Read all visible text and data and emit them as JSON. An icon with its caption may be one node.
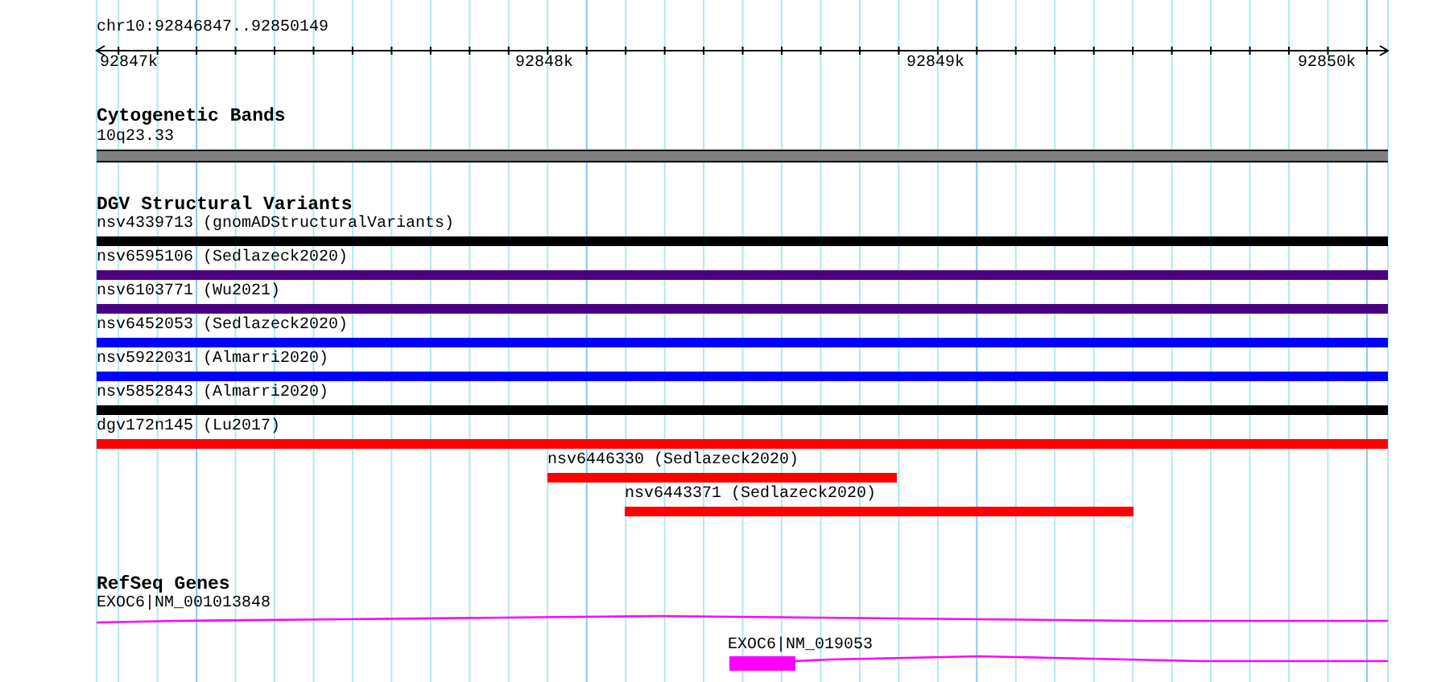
{
  "diagram": {
    "nodes": [
      {
        "text": [
          "10q23.33"
        ]
      },
      {
        "text": [
          "nsv4339713 (gnomADStructuralVariants)"
        ]
      },
      {
        "text": [
          "nsv6595106 (Sedlazeck2020)"
        ]
      },
      {
        "text": [
          "nsv6103771 (Wu2021)"
        ]
      },
      {
        "text": [
          "nsv6452053 (Sedlazeck2020)"
        ]
      },
      {
        "text": [
          "nsv5922031 (Almarri2020)"
        ]
      },
      {
        "text": [
          "nsv5852843 (Almarri2020)"
        ]
      },
      {
        "text": [
          "dgv172n145 (Lu2017)"
        ]
      },
      {
        "text": [
          "nsv6446330 (Sedlazeck2020)"
        ]
      },
      {
        "text": [
          "nsv6443371 (Sedlazeck2020)"
        ]
      },
      {
        "text": [
          "EXOC6|NM_001013848"
        ]
      },
      {
        "text": [
          "EXOC6|NM_019053"
        ]
      }
    ],
    "edges": [],
    "labels": [
      "chr10:92846847..92850149",
      "92847k",
      "92848k",
      "92849k",
      "92850k",
      "Cytogenetic Bands",
      "DGV Structural Variants",
      "RefSeq Genes"
    ]
  }
}
